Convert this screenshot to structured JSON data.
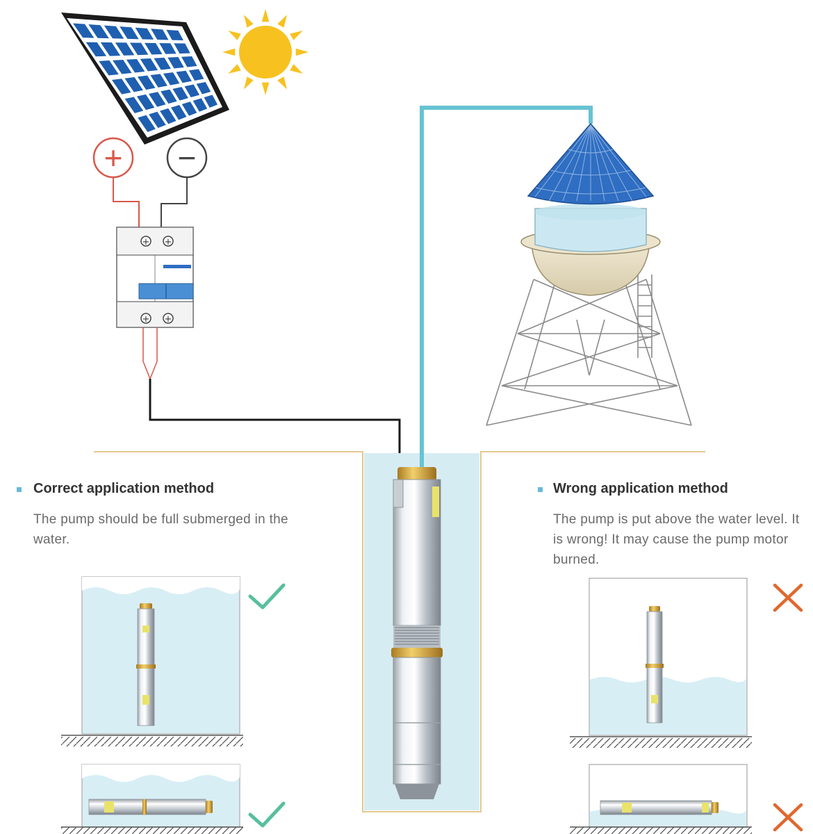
{
  "sections": {
    "correct": {
      "heading": "Correct application method",
      "description": "The pump should be full submerged in the water."
    },
    "wrong": {
      "heading": "Wrong application method",
      "description": "The pump is put above the water level. It is wrong! It may cause the pump motor burned."
    }
  },
  "symbols": {
    "positive": "+",
    "negative": "−"
  },
  "icons": {
    "solar_panel": "solar-panel-icon",
    "sun": "sun-icon",
    "breaker": "circuit-breaker-icon",
    "tower": "water-tower-icon",
    "pump": "submersible-pump-icon",
    "correct": "checkmark-icon",
    "wrong": "cross-icon"
  },
  "colors": {
    "panel": "#1f5fb0",
    "sun": "#f7c21f",
    "positive_wire": "#d9574a",
    "negative_wire": "#444444",
    "water_pipe": "#67c3d3",
    "water": "#cfe9f1",
    "ground": "#e2c88f",
    "check": "#58bf9e",
    "cross": "#e0682d",
    "bullet": "#6ab8d9",
    "tank_roof": "#2f6ec2"
  }
}
